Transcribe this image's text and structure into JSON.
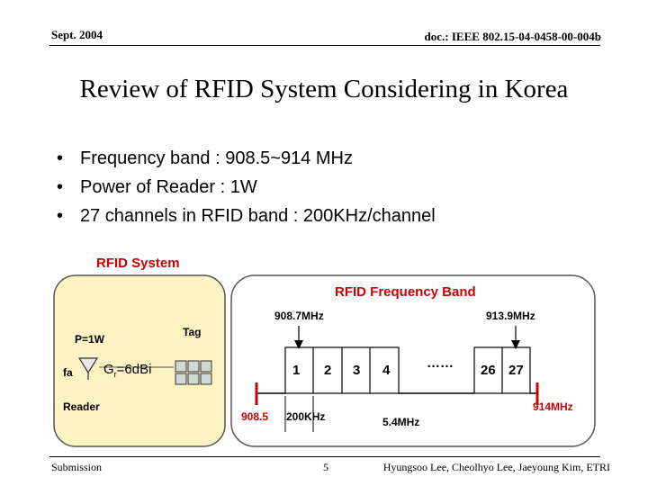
{
  "header": {
    "date": "Sept. 2004",
    "doc_id": "doc.: IEEE 802.15-04-0458-00-004b"
  },
  "title": "Review of RFID System Considering in Korea",
  "bullets": [
    "Frequency band : 908.5~914 MHz",
    "Power of Reader : 1W",
    "27 channels in RFID band : 200KHz/channel"
  ],
  "diagram": {
    "system_label": "RFID System",
    "band_label": "RFID Frequency Band",
    "left_panel": {
      "power": "P=1W",
      "tag": "Tag",
      "fa": "fa",
      "gain": "G",
      "gain_sub": "r",
      "gain_value": "=6dBi",
      "reader": "Reader"
    },
    "spectrum": {
      "first_channel_center": "908.7MHz",
      "last_channel_center": "913.9MHz",
      "channels_left": [
        "1",
        "2",
        "3",
        "4"
      ],
      "ellipsis": "……",
      "channels_right": [
        "26",
        "27"
      ],
      "band_start": "908.5",
      "channel_width": "200KHz",
      "band_width": "5.4MHz",
      "band_end": "914MHz"
    },
    "colors": {
      "panel_fill": "#fff3c4",
      "band_mark": "#cc0000"
    }
  },
  "footer": {
    "left": "Submission",
    "page": "5",
    "authors": "Hyungsoo Lee, Cheolhyo Lee, Jaeyoung Kim, ETRI"
  }
}
